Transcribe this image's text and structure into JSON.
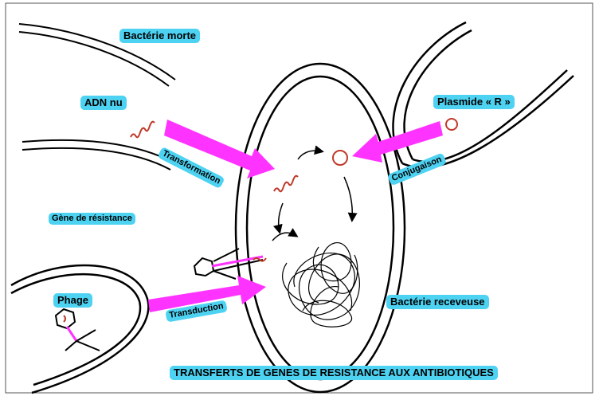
{
  "labels": {
    "dead_bacterium": "Bactérie morte",
    "naked_dna": "ADN nu",
    "plasmid": "Plasmide « R »",
    "resistance_gene": "Gène de résistance",
    "phage": "Phage",
    "recipient_bacterium": "Bactérie receveuse",
    "transformation": "Transformation",
    "conjugation": "Conjugaison",
    "transduction": "Transduction"
  },
  "caption": "TRANSFERTS DE GENES DE RESISTANCE AUX ANTIBIOTIQUES",
  "colors": {
    "label_bg": "#4dd2f2",
    "arrow": "#ff33ff",
    "dna": "#c0392b",
    "outline": "#000000"
  }
}
